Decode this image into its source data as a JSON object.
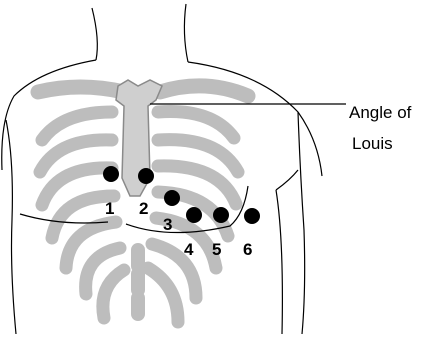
{
  "diagram": {
    "callout": {
      "line1": "Angle of",
      "line2": "Louis"
    },
    "electrodes": [
      {
        "label": "1"
      },
      {
        "label": "2"
      },
      {
        "label": "3"
      },
      {
        "label": "4"
      },
      {
        "label": "5"
      },
      {
        "label": "6"
      }
    ]
  }
}
